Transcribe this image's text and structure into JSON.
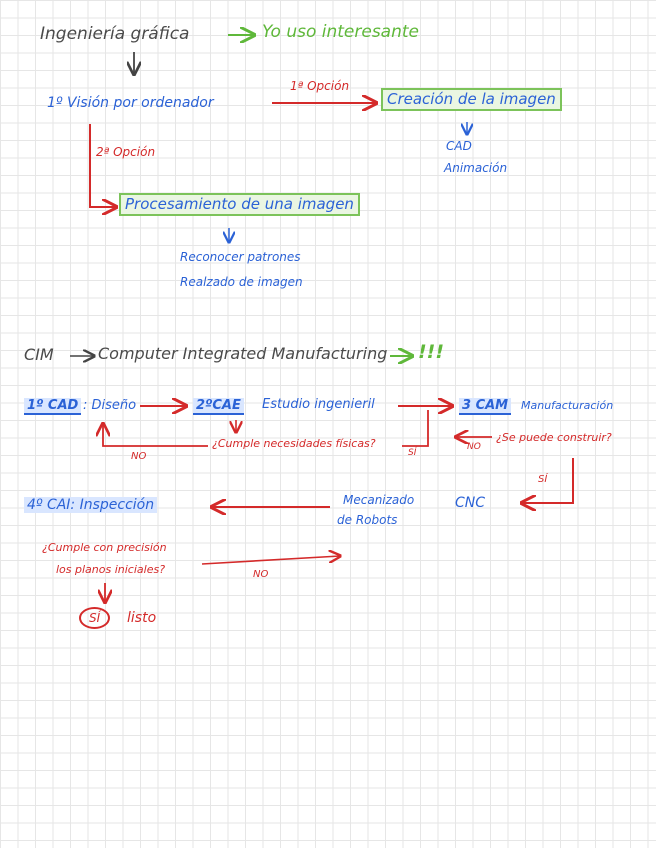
{
  "section1": {
    "title": "Ingeniería gráfica",
    "note": "Yo uso interesante",
    "vision": "1º Visión por ordenador",
    "option1": "1ª Opción",
    "creation": "Creación de la imagen",
    "cad": "CAD",
    "animation": "Animación",
    "option2": "2ª Opción",
    "processing": "Procesamiento de una imagen",
    "recognize": "Reconocer patrones",
    "enhance": "Realzado de imagen"
  },
  "section2": {
    "title": "CIM",
    "expansion": "Computer Integrated Manufacturing",
    "exclaim": "!!!",
    "cad_label": "1º CAD",
    "cad_desc": ": Diseño",
    "cae_label": "2ºCAE",
    "cae_desc": "Estudio ingenieril",
    "cam_label": "3 CAM",
    "cam_desc": "Manufacturación",
    "q_needs": "¿Cumple necesidades físicas?",
    "si1": "SÍ",
    "no1": "NO",
    "no2": "NO",
    "q_build": "¿Se puede construir?",
    "si2": "SÍ",
    "cnc": "CNC",
    "machining1": "Mecanizado",
    "machining2": "de Robots",
    "cai": "4º CAI: Inspección",
    "q_precision1": "¿Cumple con precisión",
    "q_precision2": "los planos iniciales?",
    "no3": "NO",
    "si3": "SÍ",
    "ready": "listo"
  }
}
